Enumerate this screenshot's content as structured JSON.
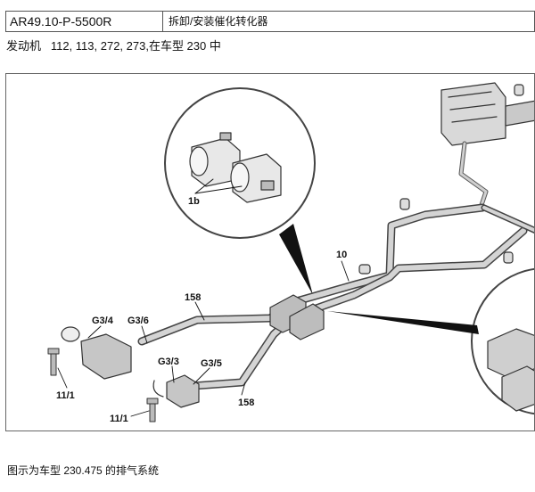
{
  "header": {
    "doc_code": "AR49.10-P-5500R",
    "doc_title": "拆卸/安装催化转化器"
  },
  "applicability": "发动机   112, 113, 272, 273,在车型 230 中",
  "figure": {
    "labels": {
      "detail": "1b",
      "pipe_center": "10",
      "pipe_upper": "158",
      "pipe_lower": "158",
      "g34": "G3/4",
      "g36": "G3/6",
      "g33": "G3/3",
      "g35": "G3/5",
      "bolt_left": "11/1",
      "bolt_right": "11/1"
    }
  },
  "caption": "图示为车型 230.475 的排气系统"
}
